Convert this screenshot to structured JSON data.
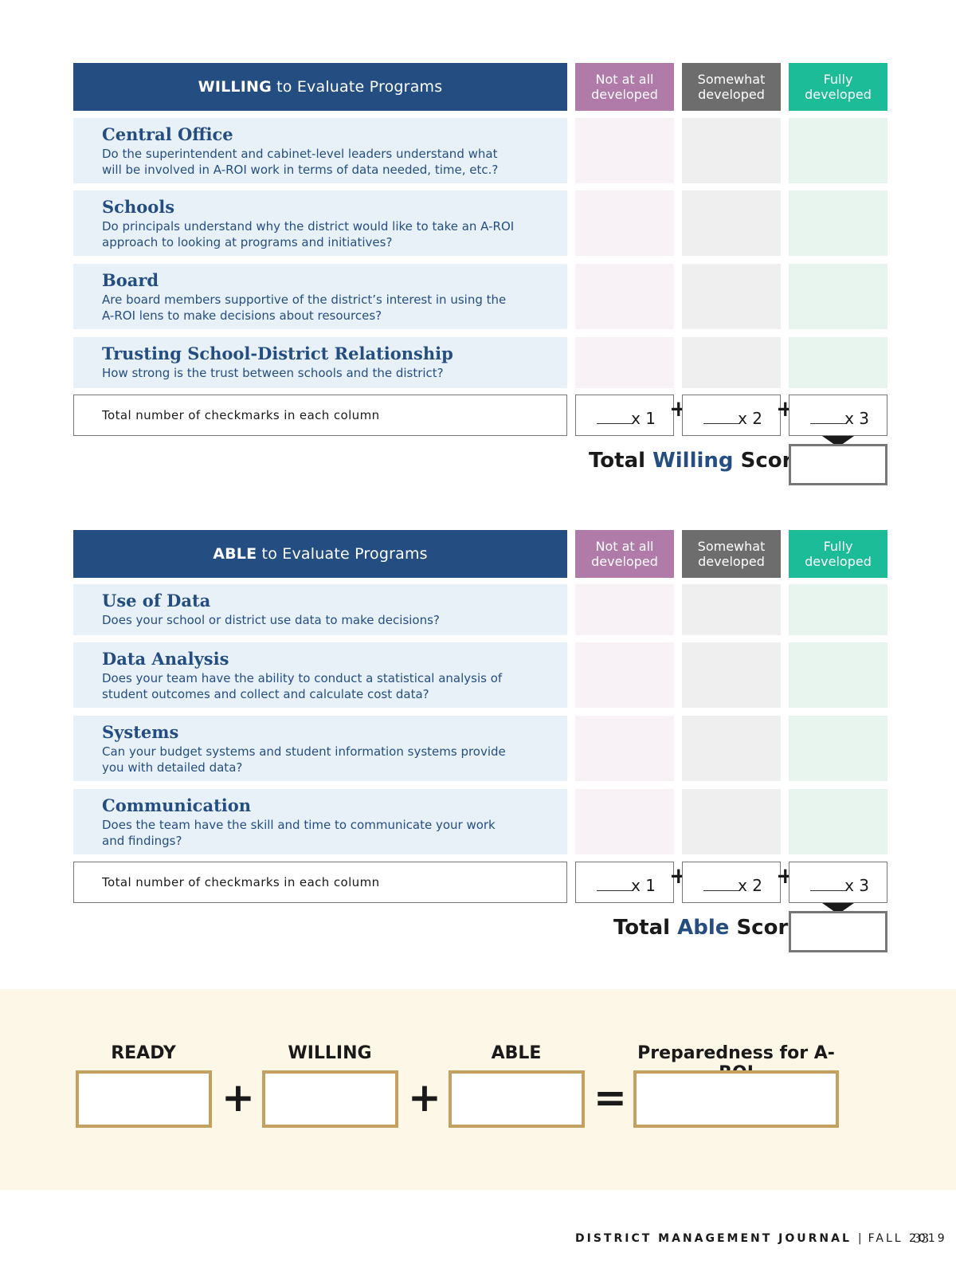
{
  "columns": {
    "c1": [
      "Not at all",
      "developed"
    ],
    "c2": [
      "Somewhat",
      "developed"
    ],
    "c3": [
      "Fully",
      "developed"
    ]
  },
  "willing": {
    "header_strong": "WILLING",
    "header_rest": "to Evaluate Programs",
    "items": [
      {
        "title": "Central Office",
        "text": "Do the superintendent and cabinet-level leaders understand what will be involved in A-ROI work in terms of data needed, time, etc.?"
      },
      {
        "title": "Schools",
        "text": "Do principals understand why the district would like to take an A-ROI approach to looking at programs and initiatives?"
      },
      {
        "title": "Board",
        "text": "Are board members supportive of the district’s interest in using the A-ROI lens to make decisions about resources?"
      },
      {
        "title": "Trusting School-District Relationship",
        "text": "How strong is the trust between schools and the district?"
      }
    ],
    "total_label": "Total number of checkmarks in each column",
    "multipliers": [
      "x 1",
      "x 2",
      "x 3"
    ],
    "score_pre": "Total",
    "score_accent": "Willing",
    "score_post": "Score"
  },
  "able": {
    "header_strong": "ABLE",
    "header_rest": "to Evaluate Programs",
    "items": [
      {
        "title": "Use of Data",
        "text": "Does your school or district use data to make decisions?"
      },
      {
        "title": "Data Analysis",
        "text": "Does your team have the ability to conduct a statistical analysis of student outcomes and collect and calculate cost data?"
      },
      {
        "title": "Systems",
        "text": "Can your budget systems and student information systems provide you with detailed data?"
      },
      {
        "title": "Communication",
        "text": "Does the team have the skill and time to communicate your work and findings?"
      }
    ],
    "total_label": "Total number of checkmarks in each column",
    "multipliers": [
      "x 1",
      "x 2",
      "x 3"
    ],
    "score_pre": "Total",
    "score_accent": "Able",
    "score_post": "Score"
  },
  "summary": {
    "ready": "READY",
    "willing": "WILLING",
    "able": "ABLE",
    "result": "Preparedness for A-ROI",
    "plus": "+",
    "equals": "="
  },
  "footer": {
    "publication": "DISTRICT MANAGEMENT JOURNAL",
    "separator": "|",
    "issue": "FALL 2019",
    "page": "33"
  },
  "colors": {
    "navy": "#244e82",
    "not_at_all": "#b07aa9",
    "somewhat": "#6d6d6d",
    "fully": "#1cbc98",
    "gold": "#c4a061",
    "band": "#fcf7e6"
  }
}
